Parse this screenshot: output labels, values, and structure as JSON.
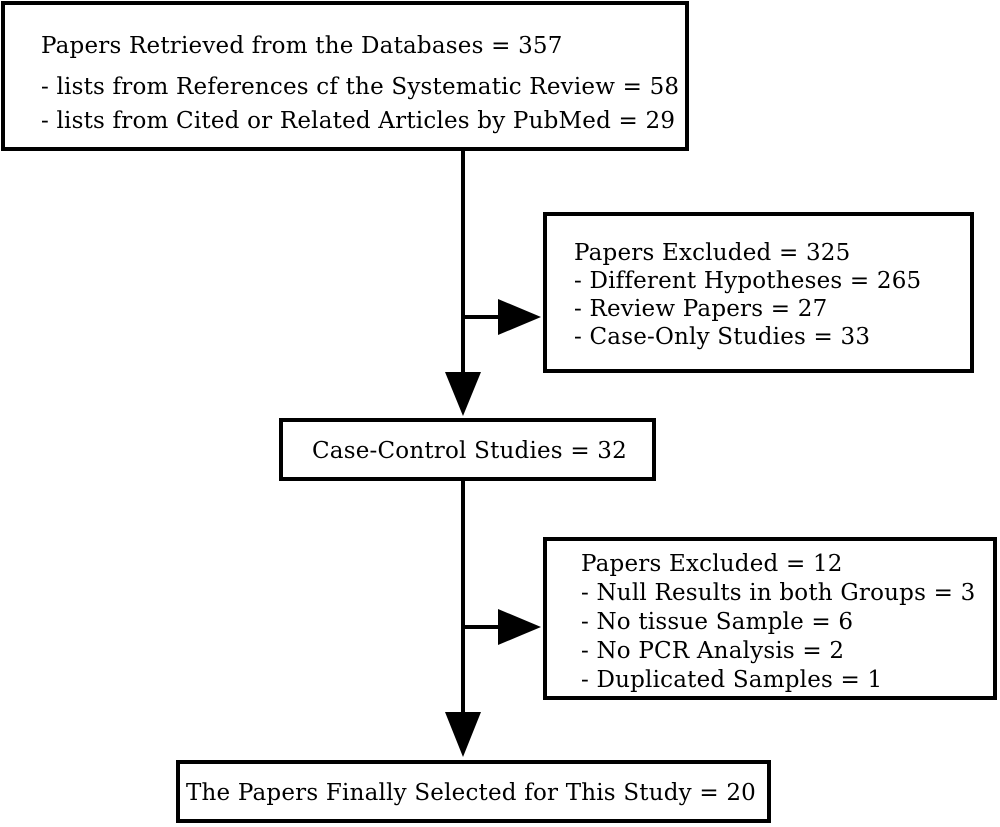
{
  "retrieved": {
    "title": "Papers Retrieved from the Databases = 357",
    "items": [
      "- lists from References cf the Systematic Review = 58",
      "- lists from Cited or Related Articles by PubMed = 29"
    ]
  },
  "excluded_1": {
    "title": "Papers Excluded = 325",
    "items": [
      "- Different Hypotheses = 265",
      "- Review Papers = 27",
      "- Case-Only Studies = 33"
    ]
  },
  "case_control": {
    "title": "Case-Control Studies = 32"
  },
  "excluded_2": {
    "title": "Papers Excluded = 12",
    "items": [
      "- Null Results in both Groups = 3",
      "- No tissue Sample = 6",
      "- No PCR Analysis = 2",
      "- Duplicated Samples = 1"
    ]
  },
  "final": {
    "title": "The Papers Finally Selected for This Study = 20"
  },
  "colors": {
    "stroke": "#000000",
    "background": "#ffffff"
  }
}
